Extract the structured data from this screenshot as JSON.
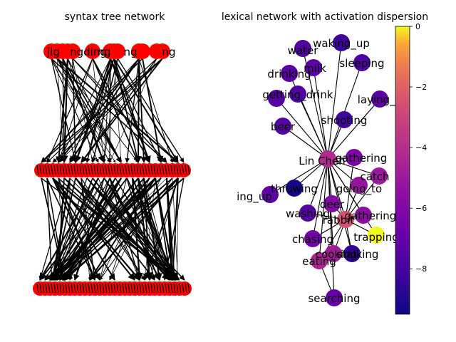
{
  "left_panel": {
    "title": "syntax tree network",
    "top_fragments": [
      "jlg",
      "ngding",
      "ng",
      "ng",
      "ng"
    ],
    "mid_fragments": [
      "",
      "",
      "",
      "",
      "",
      "",
      ""
    ],
    "node_color": "#ff0000",
    "edge_color": "#000000"
  },
  "right_panel": {
    "title": "lexical network with activation dispersion",
    "nodes": [
      {
        "label": "waking_up",
        "value": -8.3
      },
      {
        "label": "water",
        "value": -7.6
      },
      {
        "label": "sleeping",
        "value": -7.8
      },
      {
        "label": "milk",
        "value": -7.2
      },
      {
        "label": "drinking",
        "value": -7.4
      },
      {
        "label": "getting_drink",
        "value": -7.7
      },
      {
        "label": "",
        "value": -7.5
      },
      {
        "label": "laying_d",
        "value": -7.3
      },
      {
        "label": "shooting",
        "value": -8.1
      },
      {
        "label": "beer",
        "value": -7.5
      },
      {
        "label": "Lin Chen",
        "value": -4.2
      },
      {
        "label": "gathering",
        "value": -6.2
      },
      {
        "label": "catch",
        "value": -5.0
      },
      {
        "label": "throwing",
        "value": -9.3
      },
      {
        "label": "going_to",
        "value": -5.2
      },
      {
        "label": "ing_up",
        "value": -7.2
      },
      {
        "label": "deer",
        "value": -5.8
      },
      {
        "label": "washing",
        "value": -7.4
      },
      {
        "label": "rabbit",
        "value": -2.5
      },
      {
        "label": "gathering",
        "value": -5.6
      },
      {
        "label": "trapping",
        "value": 0.0
      },
      {
        "label": "chasing",
        "value": -6.5
      },
      {
        "label": "cooking",
        "value": -4.8
      },
      {
        "label": "stalking",
        "value": -8.6
      },
      {
        "label": "eating",
        "value": -4.5
      },
      {
        "label": "searching",
        "value": -7.0
      }
    ],
    "colorbar": {
      "ticks": [
        "0",
        "−2",
        "−4",
        "−6",
        "−8"
      ],
      "tick_values": [
        0,
        -2,
        -4,
        -6,
        -8
      ],
      "vmin": -9.5,
      "vmax": 0
    }
  }
}
